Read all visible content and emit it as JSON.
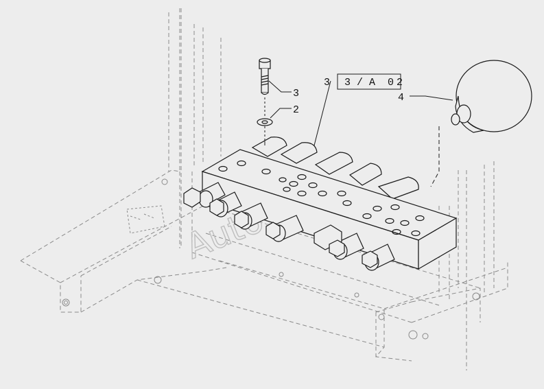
{
  "diagram": {
    "callouts": {
      "bolt": "3",
      "washer": "2",
      "accumulator": "4",
      "block_left": "3",
      "block_ref": "3 / A",
      "block_ref_suffix": "0",
      "block_ref_digit": "2"
    },
    "watermark": "AutoSoft",
    "colors": {
      "background": "#ededed",
      "line": "#1a1a1a",
      "frame": "#8a8a8a",
      "watermark": "#bdbdbd"
    }
  }
}
